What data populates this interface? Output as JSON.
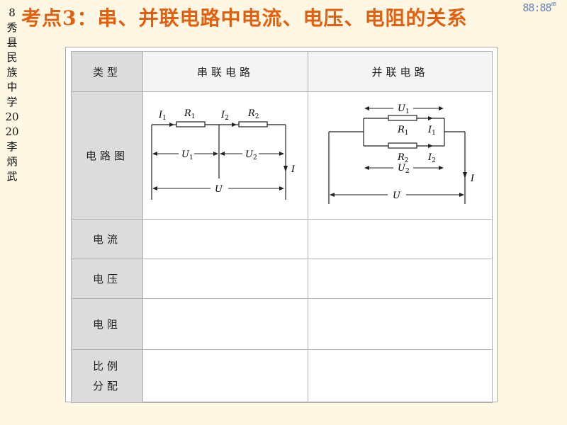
{
  "slide": {
    "title": "考点3：串、并联电路中电流、电压、电阻的关系",
    "timer": "88:88",
    "timer_sub": "88",
    "vertical_text": "8秀县民族中学2020李炳武"
  },
  "table": {
    "header": {
      "label": "类型",
      "series": "串联电路",
      "parallel": "并联电路"
    },
    "rows": {
      "diagram": "电路图",
      "current": "电流",
      "voltage": "电压",
      "resistance": "电阻",
      "ratio_line1": "比例",
      "ratio_line2": "分配"
    }
  },
  "series_circuit": {
    "I1": "I",
    "I1_sub": "1",
    "R1": "R",
    "R1_sub": "1",
    "I2": "I",
    "I2_sub": "2",
    "R2": "R",
    "R2_sub": "2",
    "U1": "U",
    "U1_sub": "1",
    "U2": "U",
    "U2_sub": "2",
    "I": "I",
    "U": "U"
  },
  "parallel_circuit": {
    "U1": "U",
    "U1_sub": "1",
    "R1": "R",
    "R1_sub": "1",
    "I1": "I",
    "I1_sub": "1",
    "R2": "R",
    "R2_sub": "2",
    "I2": "I",
    "I2_sub": "2",
    "U2": "U",
    "U2_sub": "2",
    "I": "I",
    "U": "U"
  }
}
